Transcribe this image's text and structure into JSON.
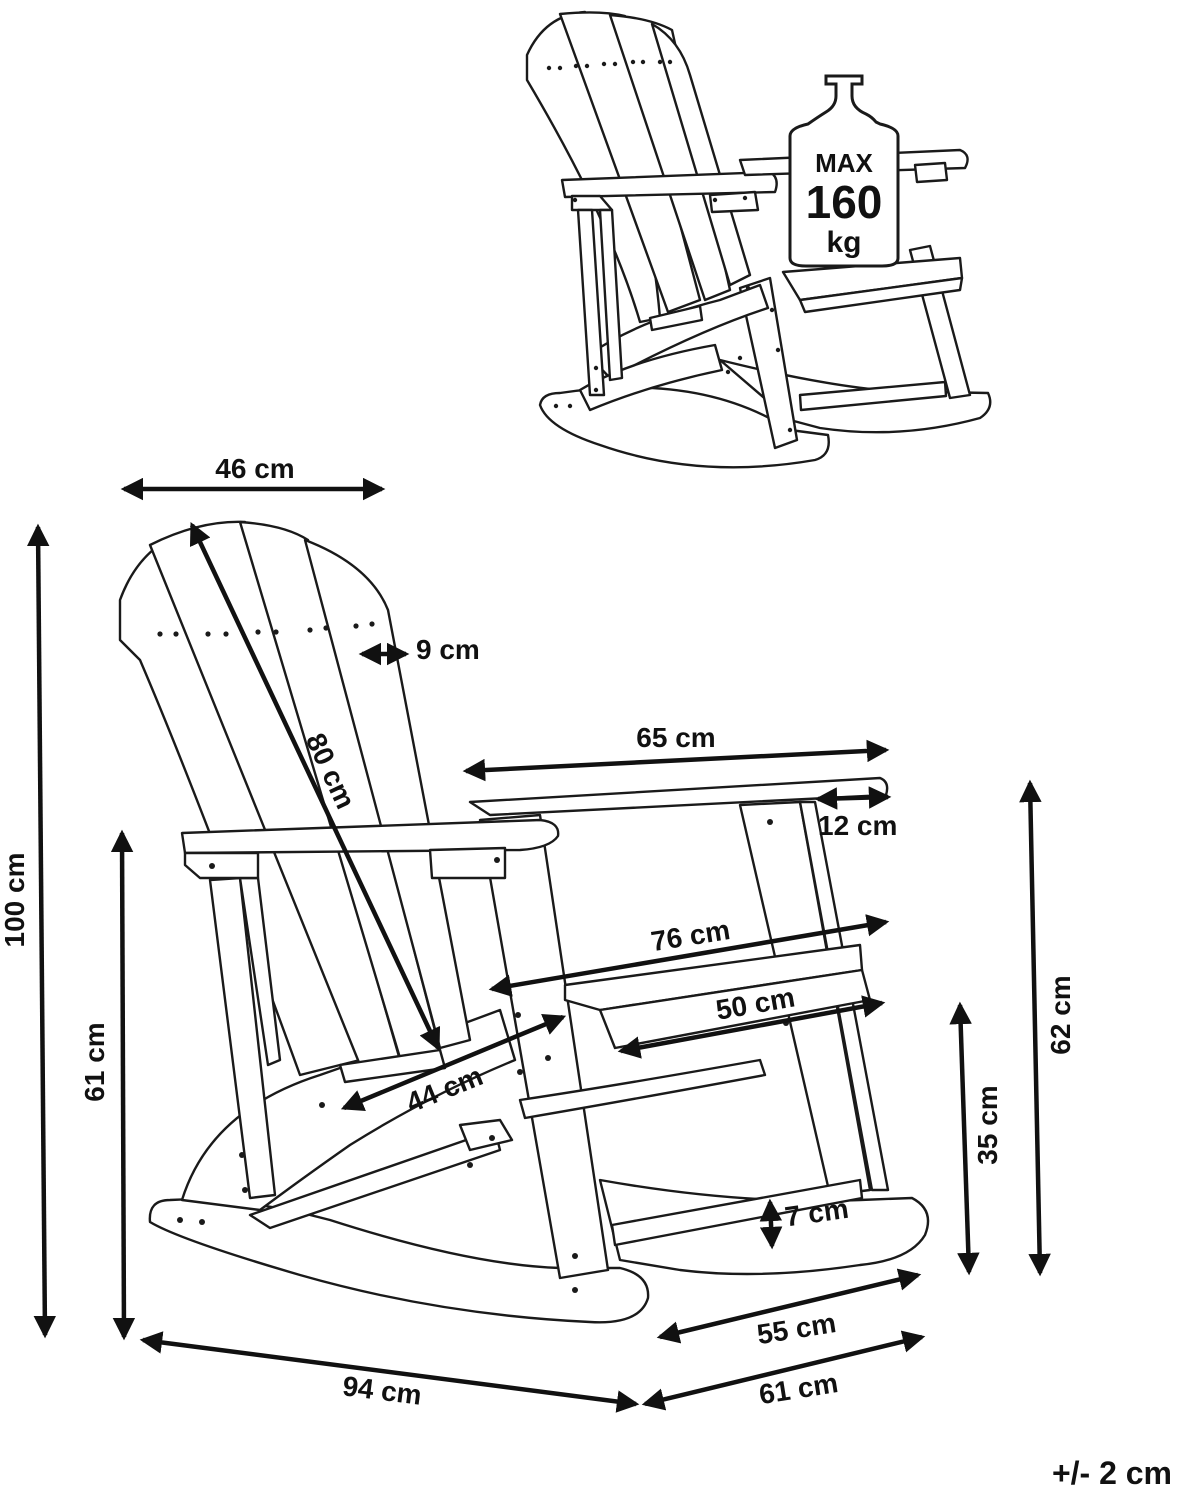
{
  "weight_badge": {
    "max_label": "MAX",
    "value": "160",
    "unit": "kg",
    "icon": "weight-icon"
  },
  "dimensions": {
    "backrest_width": "46 cm",
    "total_height": "100 cm",
    "slat_width": "9 cm",
    "backrest_length": "80 cm",
    "armrest_length": "65 cm",
    "armrest_width": "12 cm",
    "seat_depth": "76 cm",
    "seat_width": "50 cm",
    "seat_slope": "44 cm",
    "arm_height": "61 cm",
    "seat_height_front": "62 cm",
    "front_frame_height": "35 cm",
    "rocker_height": "7 cm",
    "inner_width": "55 cm",
    "total_length": "94 cm",
    "total_width": "61 cm"
  },
  "tolerance": "+/- 2 cm",
  "colors": {
    "line": "#1a1a1a",
    "background": "#ffffff"
  }
}
